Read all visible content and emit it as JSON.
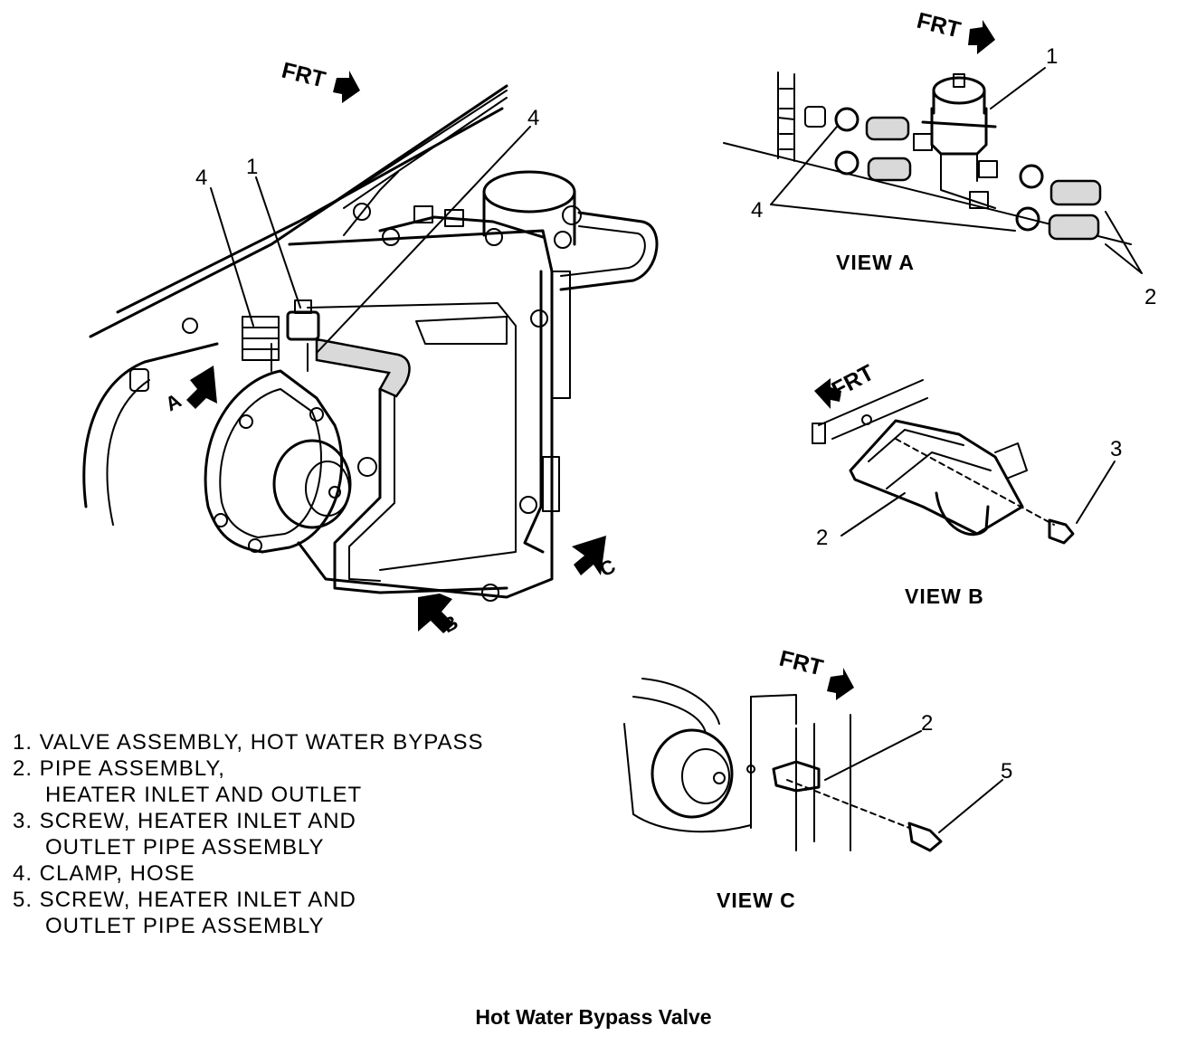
{
  "figure": {
    "frt_label": "FRT",
    "main": {
      "callouts": [
        "4",
        "1",
        "4"
      ],
      "direction_arrows": [
        "A",
        "B",
        "C"
      ]
    },
    "view_a": {
      "label": "VIEW  A",
      "callouts": [
        "1",
        "4",
        "2"
      ]
    },
    "view_b": {
      "label": "VIEW  B",
      "callouts": [
        "3",
        "2"
      ]
    },
    "view_c": {
      "label": "VIEW  C",
      "callouts": [
        "2",
        "5"
      ]
    }
  },
  "legend": {
    "items": [
      {
        "line1": "1. VALVE ASSEMBLY, HOT WATER BYPASS",
        "line2": ""
      },
      {
        "line1": "2. PIPE ASSEMBLY,",
        "line2": "HEATER INLET AND OUTLET"
      },
      {
        "line1": "3. SCREW, HEATER INLET AND",
        "line2": "OUTLET PIPE ASSEMBLY"
      },
      {
        "line1": "4. CLAMP, HOSE",
        "line2": ""
      },
      {
        "line1": "5. SCREW, HEATER INLET AND",
        "line2": "OUTLET PIPE ASSEMBLY"
      }
    ]
  },
  "caption": "Hot Water Bypass Valve"
}
